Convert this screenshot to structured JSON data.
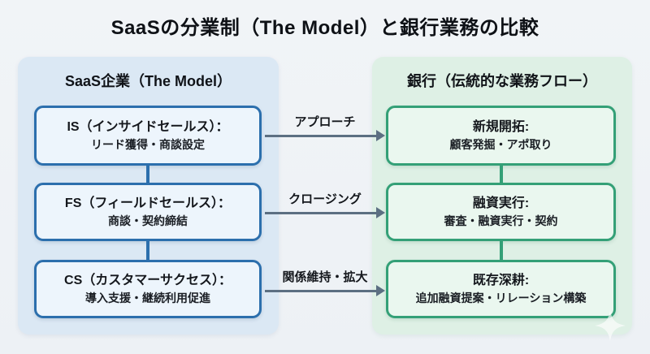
{
  "title": "SaaSの分業制（The Model）と銀行業務の比較",
  "left_panel": {
    "header": "SaaS企業（The Model）",
    "boxes": [
      {
        "line1": "IS（インサイドセールス）：",
        "line2": "リード獲得・商談設定"
      },
      {
        "line1": "FS（フィールドセールス）：",
        "line2": "商談・契約締結"
      },
      {
        "line1": "CS（カスタマーサクセス）：",
        "line2": "導入支援・継続利用促進"
      }
    ]
  },
  "right_panel": {
    "header": "銀行（伝統的な業務フロー）",
    "boxes": [
      {
        "line1": "新規開拓:",
        "line2": "顧客発掘・アポ取り"
      },
      {
        "line1": "融資実行:",
        "line2": "審査・融資実行・契約"
      },
      {
        "line1": "既存深耕:",
        "line2": "追加融資提案・リレーション構築"
      }
    ]
  },
  "arrows": [
    {
      "label": "アプローチ"
    },
    {
      "label": "クロージング"
    },
    {
      "label": "関係維持・拡大"
    }
  ],
  "colors": {
    "page_background": "#eff2f6",
    "left_panel_background": "#dbe8f4",
    "right_panel_background": "#def0e5",
    "blue_box_border": "#2c6fad",
    "blue_box_fill": "#edf5fc",
    "green_box_border": "#34a077",
    "green_box_fill": "#eaf7ef",
    "arrow": "#5c6f82",
    "text": "#14171c"
  }
}
